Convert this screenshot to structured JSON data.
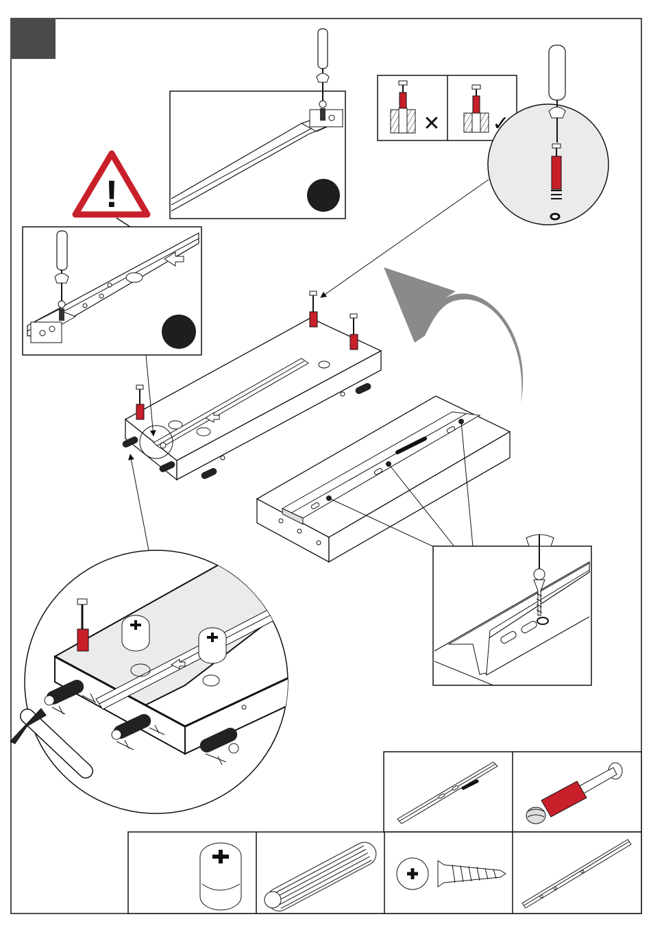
{
  "page": {
    "step_marker_color": "#4a4a4a",
    "accent_red": "#c8202a",
    "bullet_color": "#1e1e1e",
    "zoom_fill": "#ebebeb",
    "arrow_gray": "#8a8a8a"
  },
  "warning": {
    "symbol": "!",
    "icon": "warning-triangle-icon"
  },
  "check_panel": {
    "wrong_mark": "✕",
    "right_mark": "✓"
  },
  "parts": [
    {
      "name": "drawer-runner-part",
      "icon": "runner-rail-icon"
    },
    {
      "name": "connecting-bolt-part",
      "icon": "bolt-with-red-sleeve-icon"
    },
    {
      "name": "cam-lock-part",
      "icon": "cam-lock-icon"
    },
    {
      "name": "wooden-dowel-part",
      "icon": "dowel-icon"
    },
    {
      "name": "screw-part",
      "icon": "screw-icon"
    },
    {
      "name": "slide-rail-part",
      "icon": "slide-rail-icon"
    }
  ]
}
